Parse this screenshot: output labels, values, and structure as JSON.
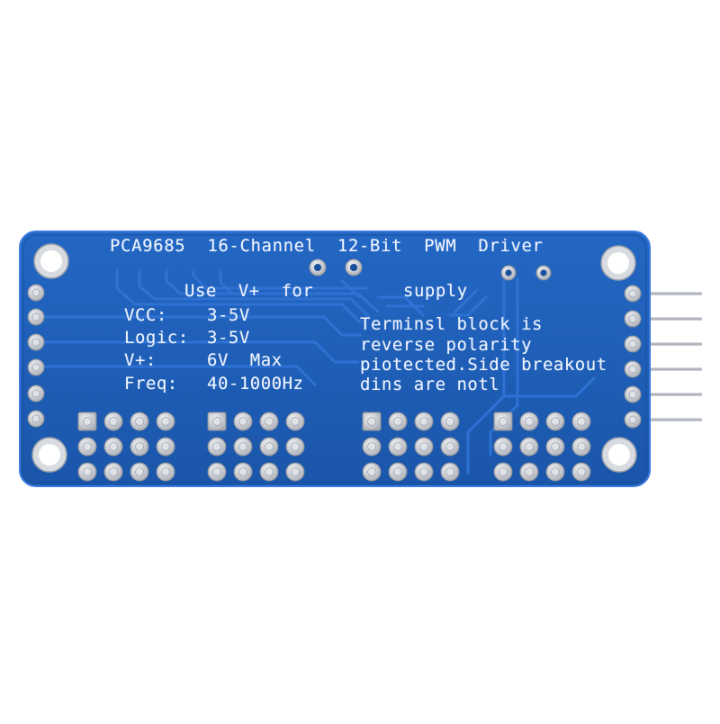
{
  "board": {
    "title": "PCA9685  16-Channel  12-Bit  PWM  Driver",
    "supply_line_left": "Use  V+  for",
    "supply_line_right": "supply",
    "specs": [
      {
        "label": "VCC:",
        "value": "3-5V"
      },
      {
        "label": "Logic:",
        "value": "3-5V"
      },
      {
        "label": "V+:",
        "value": "6V  Max"
      },
      {
        "label": "Freq:",
        "value": "40-1000Hz"
      }
    ],
    "note_lines": [
      "Terminsl block is",
      "reverse polarity",
      "piotected.Side breakout",
      "dins are notl"
    ]
  },
  "colors": {
    "pcb": "#1f5fb8",
    "pcb_edge": "#2a6fd0",
    "trace": "#3a7fe0",
    "silkscreen": "#eef3ff",
    "pad": "#c9ccd2",
    "header_pin": "#b9bcc2",
    "background": "#ffffff"
  },
  "icons": {
    "mounting_hole": "mounting-hole-icon",
    "via": "via-icon",
    "solder_pad": "solder-pad-icon",
    "header_pin": "header-pin-icon"
  }
}
